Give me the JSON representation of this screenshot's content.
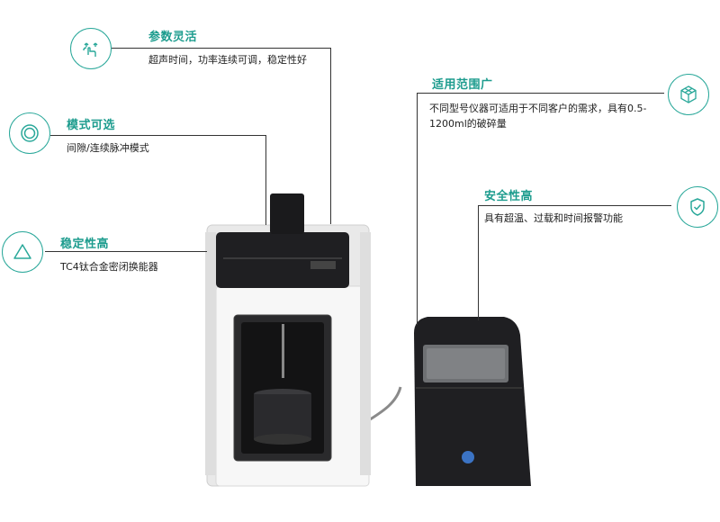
{
  "features": {
    "flexible_params": {
      "title": "参数灵活",
      "desc": "超声时间，功率连续可调，稳定性好",
      "icon": "touch-arrows-icon"
    },
    "mode_selectable": {
      "title": "模式可选",
      "desc": "间隙/连续脉冲模式",
      "icon": "concentric-circles-icon"
    },
    "high_stability": {
      "title": "稳定性高",
      "desc": "TC4钛合金密闭换能器",
      "icon": "triangle-icon"
    },
    "wide_range": {
      "title": "适用范围广",
      "desc": "不同型号仪器可适用于不同客户的需求，具有0.5-1200ml的破碎量",
      "icon": "cube-icon"
    },
    "high_safety": {
      "title": "安全性高",
      "desc": "具有超温、过载和时间报警功能",
      "icon": "shield-check-icon"
    }
  },
  "colors": {
    "accent": "#2aa89a",
    "title": "#1d9c8e",
    "device_dark": "#1f1f22",
    "device_white": "#f4f4f4"
  }
}
